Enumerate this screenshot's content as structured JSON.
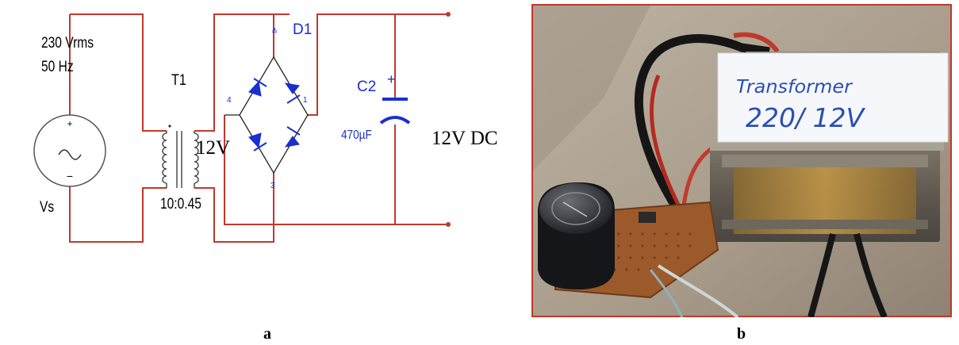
{
  "schematic": {
    "source_voltage": "230 Vrms",
    "source_freq": "50 Hz",
    "source_name": "Vs",
    "source_plus": "+",
    "source_minus": "−",
    "transformer_name": "T1",
    "transformer_ratio": "10:0.45",
    "secondary_voltage": "12V",
    "rectifier_name": "D1",
    "pin_top": "≛",
    "pin_left": "4",
    "pin_right": "1",
    "pin_bottom": "3",
    "capacitor_name": "C2",
    "capacitor_value": "470µF",
    "capacitor_plus": "+",
    "output_label": "12V DC"
  },
  "photo": {
    "label_line1": "Transformer",
    "label_line2": "220/ 12V"
  },
  "captions": {
    "a": "a",
    "b": "b"
  },
  "colors": {
    "wire": "#c0392b",
    "diode": "#1a2fd0",
    "component_label": "#1a2fd0",
    "text": "#000000",
    "photo_border": "#c0392b"
  }
}
